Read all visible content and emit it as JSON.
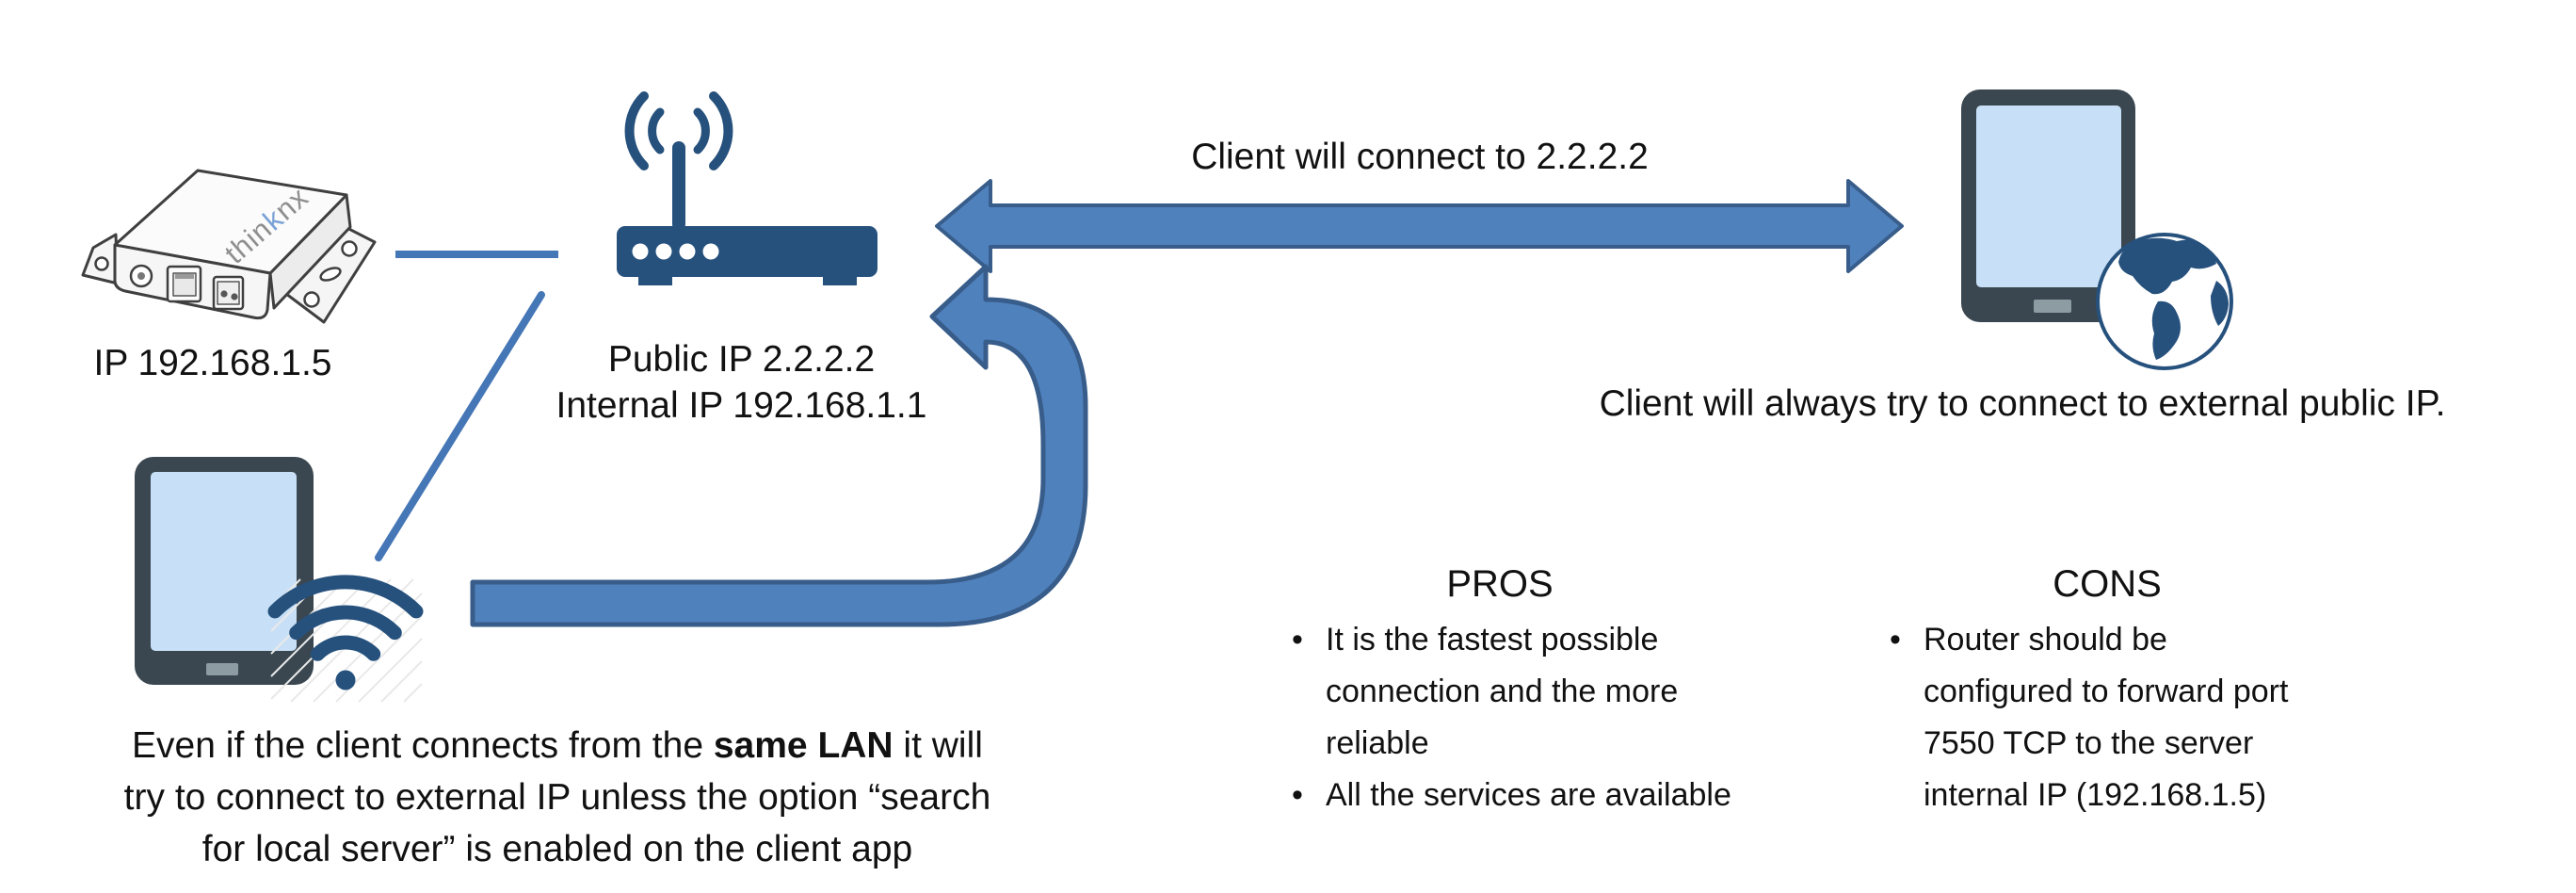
{
  "colors": {
    "arrow_fill": "#4f81bd",
    "arrow_outline": "#385d8a",
    "connector_line": "#4576b6",
    "icon_dark_blue": "#26517d",
    "tablet_frame": "#3a4750",
    "tablet_screen": "#c8e0f7",
    "text": "#111111"
  },
  "server": {
    "label": "IP 192.168.1.5",
    "logo": {
      "pre": "thin",
      "k": "k",
      "post": "nx"
    }
  },
  "router": {
    "label_line1": "Public IP 2.2.2.2",
    "label_line2": "Internal IP 192.168.1.1"
  },
  "connection": {
    "arrow_label": "Client will connect to 2.2.2.2"
  },
  "remote_client": {
    "caption": "Client will always try to connect to external public IP."
  },
  "local_client": {
    "caption_line1_pre": "Even if the client connects from the ",
    "caption_line1_bold": "same LAN",
    "caption_line1_post": " it will",
    "caption_line2": "try to connect to external IP unless the option “search",
    "caption_line3": "for local server” is enabled on the client app"
  },
  "pros": {
    "title": "PROS",
    "bullet": "•",
    "items": [
      {
        "lines": [
          "It is the fastest possible",
          "connection and the more",
          "reliable"
        ]
      },
      {
        "lines": [
          "All the services are available"
        ]
      }
    ]
  },
  "cons": {
    "title": "CONS",
    "bullet": "•",
    "items": [
      {
        "lines": [
          "Router should be",
          "configured to forward port",
          "7550 TCP to the server",
          "internal IP (192.168.1.5)"
        ]
      }
    ]
  }
}
